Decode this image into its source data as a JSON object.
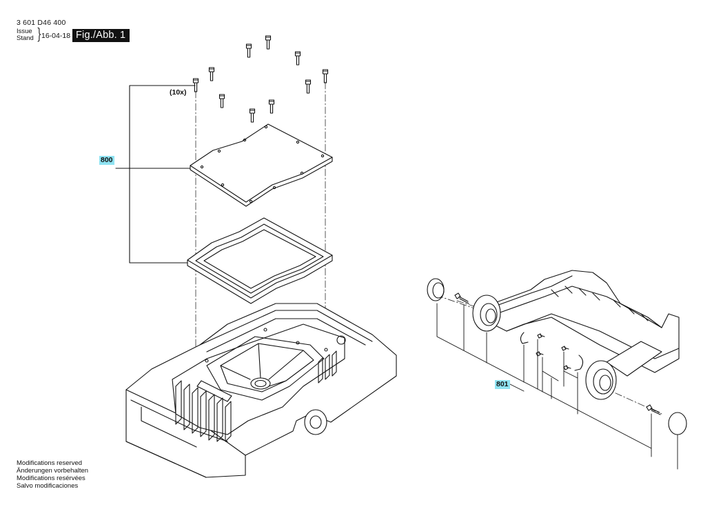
{
  "header": {
    "part_number": "3 601 D46 400",
    "issue_label": "Issue",
    "stand_label": "Stand",
    "date": "16-04-18",
    "figure_label": "Fig./Abb. 1"
  },
  "callouts": {
    "group_800": "800",
    "group_801": "801",
    "screw_quantity": "(10x)"
  },
  "footer": {
    "line1": "Modifications reserved",
    "line2": "Änderungen vorbehalten",
    "line3": "Modifications resérvées",
    "line4": "Salvo modificaciones"
  },
  "colors": {
    "ink": "#111111",
    "tag_highlight": "#8fe3f2"
  }
}
